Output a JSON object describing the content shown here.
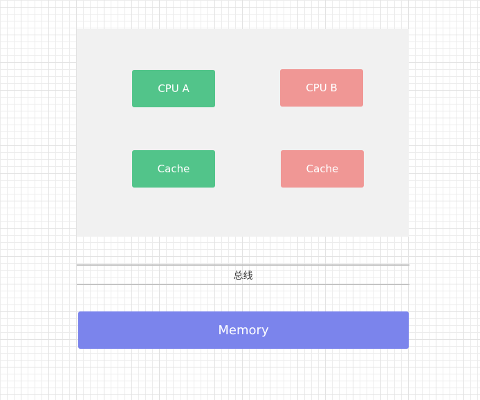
{
  "diagram": {
    "nodes": {
      "cpu_a": {
        "label": "CPU A",
        "color": "#52c48a"
      },
      "cpu_b": {
        "label": "CPU B",
        "color": "#f09795"
      },
      "cache_a": {
        "label": "Cache",
        "color": "#52c48a"
      },
      "cache_b": {
        "label": "Cache",
        "color": "#f09795"
      },
      "memory": {
        "label": "Memory",
        "color": "#7b84ec"
      }
    },
    "bus": {
      "label": "总线"
    },
    "panel_color": "#f1f1f1"
  }
}
